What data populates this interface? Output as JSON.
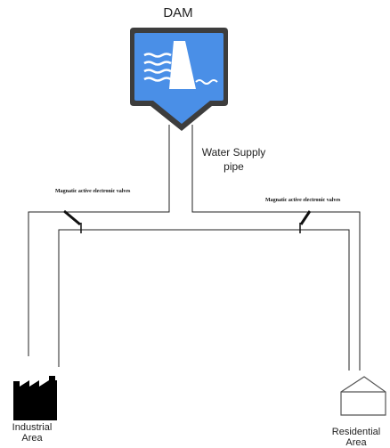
{
  "dam": {
    "label": "DAM",
    "icon": "dam-waterfall-icon",
    "tile_color": "#4a8fe7"
  },
  "pipe": {
    "label_line1": "Water Supply",
    "label_line2": "pipe"
  },
  "valves": {
    "left_label": "Magnatic active electronic valves",
    "right_label": "Magnatic active electronic valves"
  },
  "industrial": {
    "label_line1": "Industrial",
    "label_line2": "Area",
    "icon": "factory-icon"
  },
  "residential": {
    "label_line1": "Residential",
    "label_line2": "Area",
    "icon": "house-icon"
  }
}
